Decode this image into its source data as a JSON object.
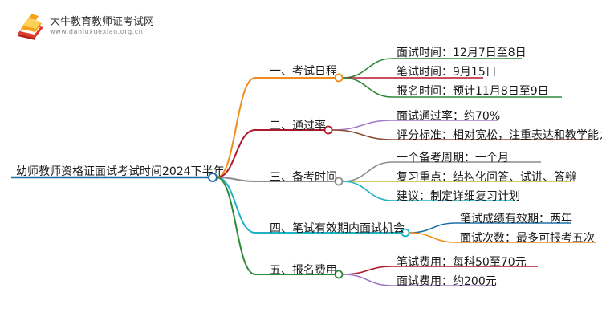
{
  "brand": {
    "title": "大牛教育教师证考试网",
    "url": "www.daniuxuexiao.org.cn"
  },
  "root": {
    "label": "幼师教师资格证面试考试时间2024下半年",
    "color": "#1e6fa8"
  },
  "branches": [
    {
      "label": "一、考试日程",
      "color": "#f08c1a",
      "leaves": [
        {
          "label": "面试时间：12月7日至8日",
          "color": "#2e8b3a"
        },
        {
          "label": "笔试时间：9月15日",
          "color": "#b0182c"
        },
        {
          "label": "报名时间：预计11月8日至9日",
          "color": "#2e8b3a"
        }
      ]
    },
    {
      "label": "二、通过率",
      "color": "#b0182c",
      "leaves": [
        {
          "label": "面试通过率：约70%",
          "color": "#a17ac6"
        },
        {
          "label": "评分标准：相对宽松，注重表达和教学能力",
          "color": "#8b4a2f"
        }
      ]
    },
    {
      "label": "三、备考时间",
      "color": "#8c8c8c",
      "leaves": [
        {
          "label": "一个备考周期：一个月",
          "color": "#8c8c8c"
        },
        {
          "label": "复习重点：结构化问答、试讲、答辩",
          "color": "#c4ba2a"
        },
        {
          "label": "建议：制定详细复习计划",
          "color": "#1fb3c6"
        }
      ]
    },
    {
      "label": "四、笔试有效期内面试机会",
      "color": "#1fb3c6",
      "leaves": [
        {
          "label": "笔试成绩有效期：两年",
          "color": "#1e6fa8"
        },
        {
          "label": "面试次数：最多可报考五次",
          "color": "#f08c1a"
        }
      ]
    },
    {
      "label": "五、报名费用",
      "color": "#2e8b3a",
      "leaves": [
        {
          "label": "笔试费用：每科50至70元",
          "color": "#b0182c"
        },
        {
          "label": "面试费用：约200元",
          "color": "#a17ac6"
        }
      ]
    }
  ]
}
